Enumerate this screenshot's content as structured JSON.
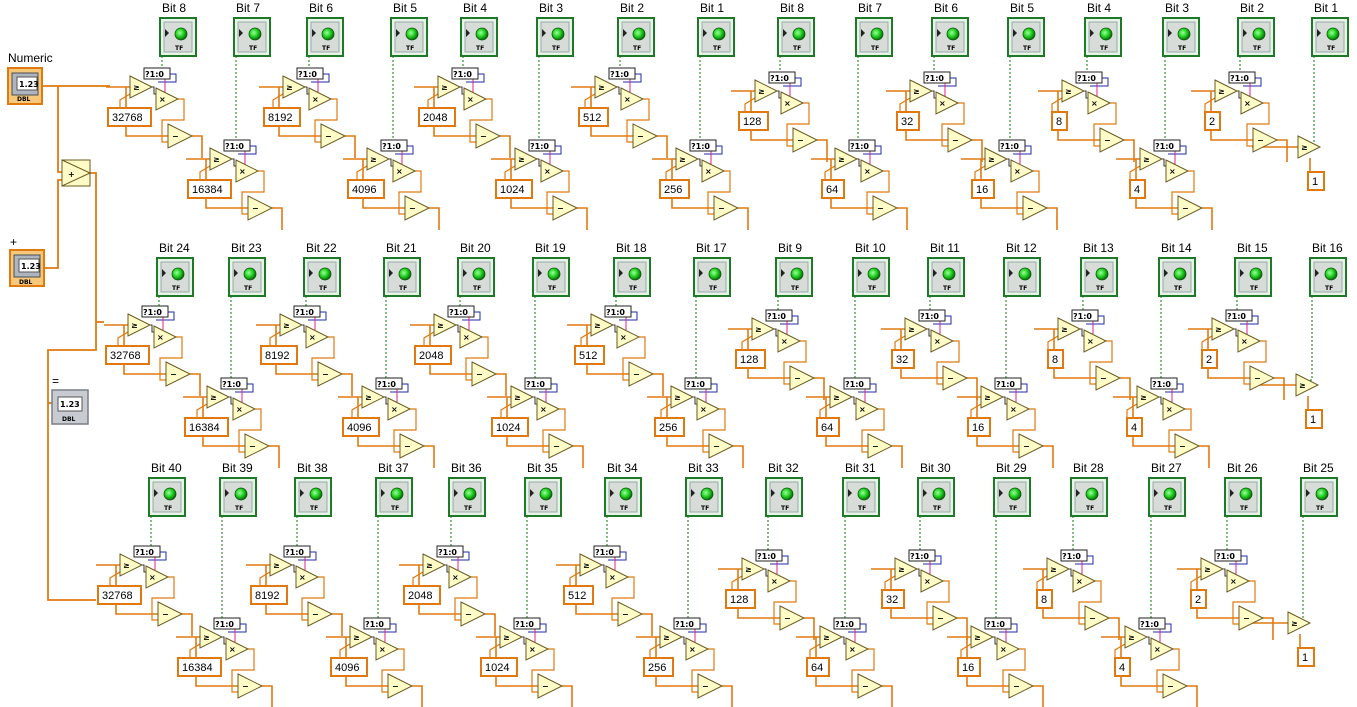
{
  "terminals": {
    "numeric": {
      "label": "Numeric",
      "value": "1.23",
      "type": "DBL"
    },
    "plus": {
      "label": "+",
      "value": "1.23",
      "type": "DBL"
    },
    "equals": {
      "label": "=",
      "value": "1.23",
      "type": "DBL"
    }
  },
  "glyphs": {
    "select": "?1:0",
    "multiply": "×",
    "add": "+",
    "greater_equal": "≥",
    "subtract": "−",
    "tf": "TF"
  },
  "rows": [
    {
      "leds": [
        "Bit 8",
        "Bit 7",
        "Bit 6",
        "Bit 5",
        "Bit 4",
        "Bit 3",
        "Bit 2",
        "Bit 1",
        "Bit 8",
        "Bit 7",
        "Bit 6",
        "Bit 5",
        "Bit 4",
        "Bit 3",
        "Bit 2",
        "Bit 1"
      ],
      "constants": [
        "32768",
        "16384",
        "8192",
        "4096",
        "2048",
        "1024",
        "512",
        "256",
        "128",
        "64",
        "32",
        "16",
        "8",
        "4",
        "2",
        "1"
      ]
    },
    {
      "leds": [
        "Bit 24",
        "Bit 23",
        "Bit 22",
        "Bit 21",
        "Bit 20",
        "Bit 19",
        "Bit 18",
        "Bit 17",
        "Bit 9",
        "Bit 10",
        "Bit 11",
        "Bit 12",
        "Bit 13",
        "Bit 14",
        "Bit 15",
        "Bit 16"
      ],
      "constants": [
        "32768",
        "16384",
        "8192",
        "4096",
        "2048",
        "1024",
        "512",
        "256",
        "128",
        "64",
        "32",
        "16",
        "8",
        "4",
        "2",
        "1"
      ]
    },
    {
      "leds": [
        "Bit 40",
        "Bit 39",
        "Bit 38",
        "Bit 37",
        "Bit 36",
        "Bit 35",
        "Bit 34",
        "Bit 33",
        "Bit 32",
        "Bit 31",
        "Bit 30",
        "Bit 29",
        "Bit 28",
        "Bit 27",
        "Bit 26",
        "Bit 25"
      ],
      "constants": [
        "32768",
        "16384",
        "8192",
        "4096",
        "2048",
        "1024",
        "512",
        "256",
        "128",
        "64",
        "32",
        "16",
        "8",
        "4",
        "2",
        "1"
      ]
    }
  ],
  "colors": {
    "wire_orange": "#E07A10",
    "wire_green": "#0A7A0A",
    "wire_blue": "#1C2AA8",
    "wire_pink": "#E0208A",
    "node_fill": "#FFFCC8",
    "node_stroke": "#6B5A1E",
    "led_frame": "#1E7A28",
    "led_green": "#22D022",
    "const_border": "#E07A10",
    "terminal_bg": "#9AA3AE"
  }
}
